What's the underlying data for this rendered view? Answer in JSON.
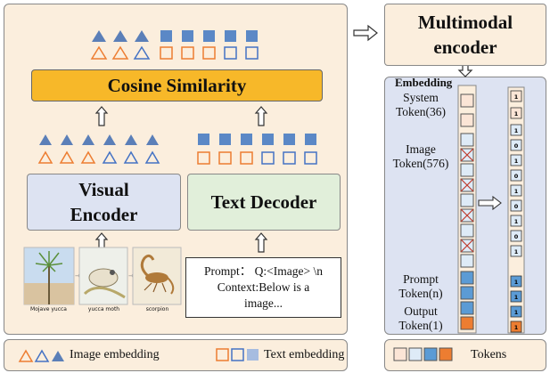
{
  "left": {
    "cosine_label": "Cosine Similarity",
    "visual_encoder_label": [
      "Visual",
      "Encoder"
    ],
    "text_decoder_label": "Text Decoder",
    "prompt_lines": [
      "Prompt： Q:<Image> \\n",
      "Context:Below is a",
      "image..."
    ],
    "image_captions": [
      "Mojave yucca",
      "yucca moth",
      "scorpion"
    ]
  },
  "right": {
    "encoder_label": [
      "Multimodal",
      "encoder"
    ],
    "embedding_title": "Embedding",
    "token_labels": {
      "system": [
        "System",
        "Token(36)"
      ],
      "image": [
        "Image",
        "Token(576)"
      ],
      "prompt": [
        "Prompt",
        "Token(n)"
      ],
      "output": [
        "Output",
        "Token(1)"
      ]
    },
    "binary_values": [
      "1",
      "1",
      "1",
      "0",
      "1",
      "0",
      "1",
      "0",
      "1",
      "0",
      "1",
      "1",
      "1",
      "1"
    ]
  },
  "legend": {
    "image_embedding": "Image embedding",
    "text_embedding": "Text embedding",
    "tokens": "Tokens"
  },
  "colors": {
    "orange": "#ed7d31",
    "blue_dark": "#4472c4",
    "blue_tri": "#5b7fb8",
    "blue_light": "#a6bce0",
    "blue_sq": "#5b88c6",
    "peach": "#fbe5d6",
    "pale_blue": "#deebf7",
    "blue_cell": "#5b9bd5",
    "output_orange": "#ed7d31",
    "cosine_fill": "#f7b829"
  }
}
